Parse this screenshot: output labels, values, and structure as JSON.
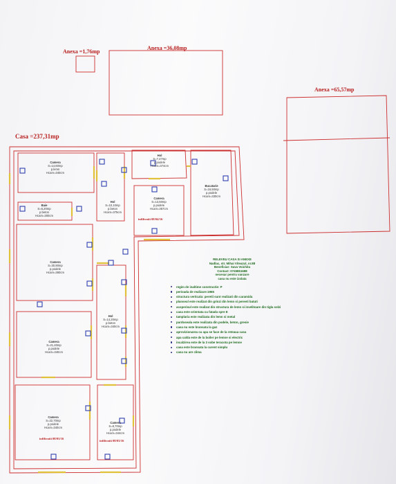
{
  "annexes": [
    {
      "id": "annex-small",
      "label": "Anexa =1,76mp"
    },
    {
      "id": "annex-medium",
      "label": "Anexa =36,08mp"
    },
    {
      "id": "annex-large",
      "label": "Anexa =65,57mp"
    }
  ],
  "house_label": "Casa =237,31mp",
  "rooms": [
    {
      "id": "room-camera-top-left",
      "lines": [
        "Camera",
        "S=14,60mp",
        "p.lemn",
        "Hcam=340cm"
      ]
    },
    {
      "id": "room-baie",
      "lines": [
        "Baie",
        "S=6,20mp",
        "p.beton",
        "Hcam=300cm"
      ]
    },
    {
      "id": "room-hol-corridor",
      "lines": [
        "Hol",
        "S=10,10mp",
        "p.beton",
        "Hcam=375cm"
      ]
    },
    {
      "id": "room-hol-top",
      "lines": [
        "Hol",
        "S=7,47mp",
        "p.podele",
        "Hcam=374cm"
      ]
    },
    {
      "id": "room-camera-center",
      "lines": [
        "Camera",
        "S=13,50mp",
        "p.podele",
        "Hcam=357cm"
      ]
    },
    {
      "id": "room-bucatarie",
      "lines": [
        "Bucatarie",
        "S=16,50mp",
        "p.podele",
        "Hcam=330cm"
      ]
    },
    {
      "id": "room-camera-large",
      "lines": [
        "Camera",
        "S=30,90mp",
        "p.podele",
        "Hcam=360cm"
      ]
    },
    {
      "id": "room-hol-long",
      "lines": [
        "Hol",
        "S=14,20mp",
        "p.beton",
        "Hcam=340cm"
      ]
    },
    {
      "id": "room-camera-mid-left",
      "lines": [
        "Camera",
        "S=21,40mp",
        "p.podele",
        "Hcam=340cm"
      ]
    },
    {
      "id": "room-camera-bottom-left",
      "lines": [
        "Camera",
        "S=22,70mp",
        "p.podele",
        "Hcam=340cm"
      ]
    },
    {
      "id": "room-camera-bottom-small",
      "lines": [
        "Camera",
        "S=8,70mp",
        "p.podele",
        "Hcam=344cm"
      ]
    }
  ],
  "infiltration_notes": [
    {
      "id": "note-center",
      "text": "infiltratii 08/04/16"
    },
    {
      "id": "note-bottom-left",
      "text": "infiltratii 08/03/16"
    },
    {
      "id": "note-bottom-small",
      "text": "infiltratii 08/03/16"
    }
  ],
  "info": {
    "title": "RELEVEU CASA SI ANEXE",
    "address": "Nadlac, str. Mihai Viteazul, nr.88",
    "owner": "Beneficiar: Sava Voichita",
    "contact": "Contact: 0745851688",
    "purpose": "necesar pentru vanzare",
    "note": "casa nu este izolata",
    "bullets": [
      "regim de inaltime constructie: P",
      "perioada de realizare:1965",
      "structura verticala: peretii sunt realizati din caramida",
      "planseul este realizat din grinzi din lemn si pereeti batuti",
      "acoperisul este realizat din structura de lemn si invelitoare din tigla solzi",
      "casa este orientata cu fatada spre E",
      "tamplaria este realizata din lemn si metal",
      "pardoseala este realizata din podele, beton, gresie",
      "casa nu este bransata la gaz",
      "aprovizionarea cu apa se face de la reteaua casa",
      "apa calda este de la boiler pe lemne si electric",
      "incalzirea este de la 3 sobe teracota pe lemne",
      "casa este bransata la curent simplu",
      "casa nu are clima"
    ]
  }
}
